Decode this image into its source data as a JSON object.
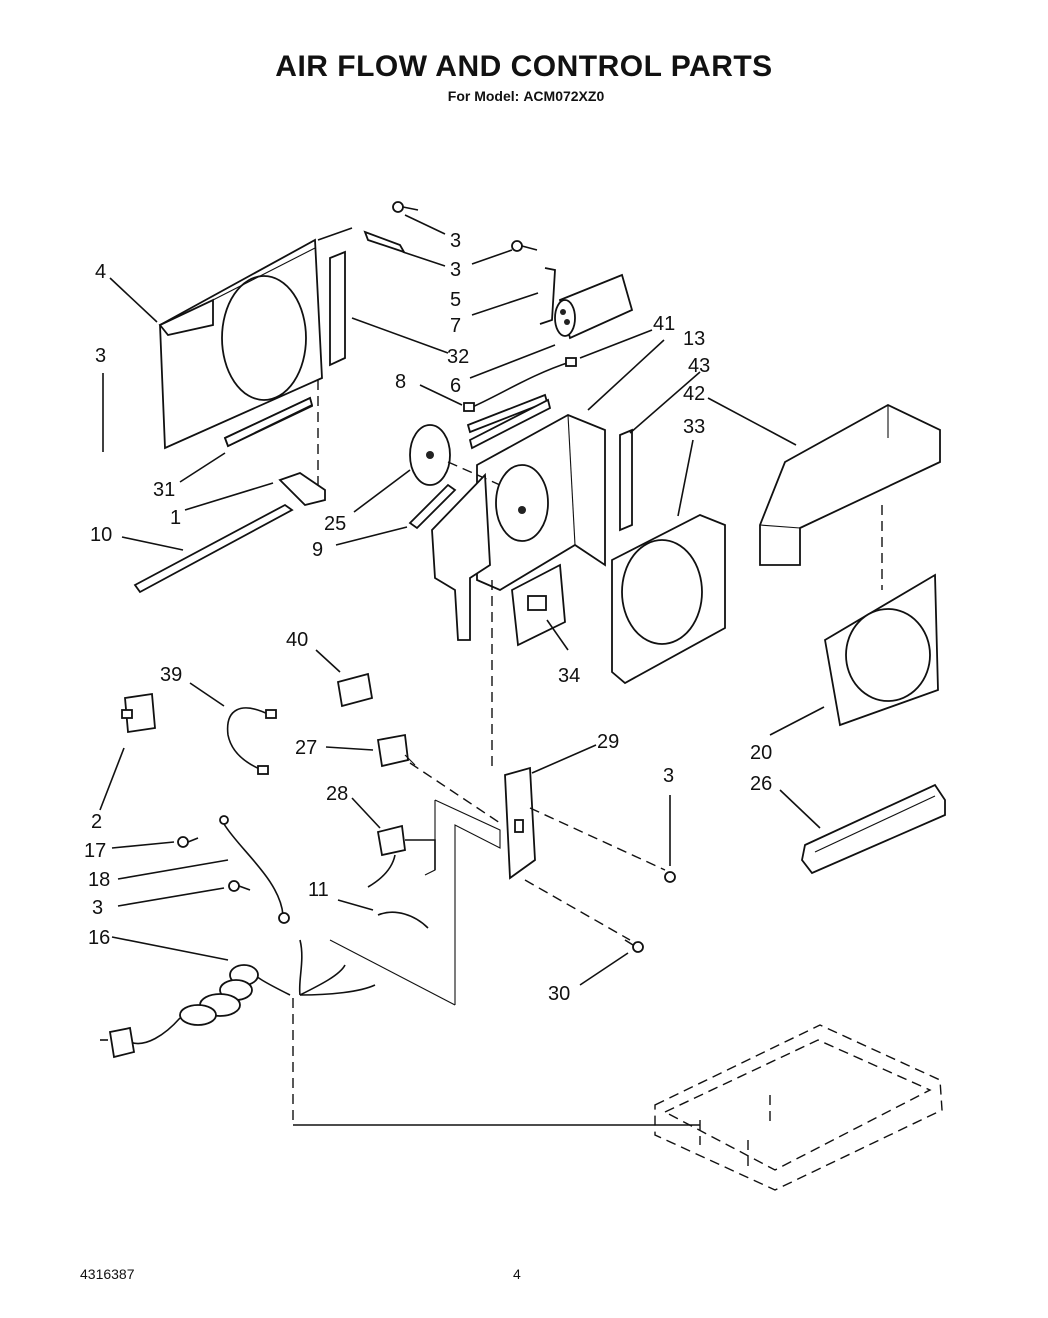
{
  "header": {
    "title": "AIR FLOW AND CONTROL PARTS",
    "model_label": "For Model:",
    "model_number": "ACM072XZ0"
  },
  "footer": {
    "document_number": "4316387",
    "page_number": "4"
  },
  "callouts": {
    "c3a": "3",
    "c3b": "3",
    "c5": "5",
    "c7": "7",
    "c41": "41",
    "c13": "13",
    "c4": "4",
    "c3c": "3",
    "c32": "32",
    "c8": "8",
    "c6": "6",
    "c43": "43",
    "c42": "42",
    "c33": "33",
    "c31": "31",
    "c1": "1",
    "c25": "25",
    "c10": "10",
    "c9": "9",
    "c40": "40",
    "c34": "34",
    "c39": "39",
    "c29": "29",
    "c27": "27",
    "c3d": "3",
    "c20": "20",
    "c26": "26",
    "c2": "2",
    "c28": "28",
    "c17": "17",
    "c18": "18",
    "c11": "11",
    "c3e": "3",
    "c16": "16",
    "c30": "30"
  }
}
